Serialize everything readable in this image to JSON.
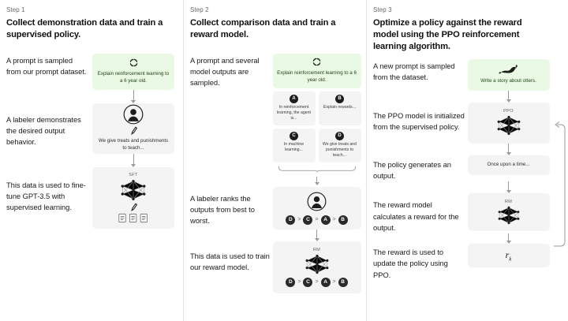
{
  "diagram": {
    "title": "RLHF three-step training diagram",
    "colors": {
      "prompt_green": "#e9f9e3",
      "panel_gray": "#f4f4f4",
      "text": "#111111",
      "arrow": "#9a9a9a"
    }
  },
  "steps": [
    {
      "label": "Step 1",
      "title": "Collect demonstration data and train a supervised policy.",
      "rows": [
        {
          "caption": "A prompt is sampled from our prompt dataset.",
          "panel": {
            "kind": "prompt",
            "icon": "refresh-loop-icon",
            "text": "Explain reinforcement learning to a 6 year old."
          }
        },
        {
          "caption": "A labeler demonstrates the desired output behavior.",
          "panel": {
            "kind": "labeler",
            "icon": "labeler-person-icon",
            "sub_icon": "pencil-icon",
            "text": "We give treats and punishments to teach..."
          }
        },
        {
          "caption": "This data is used to fine-tune GPT-3.5 with supervised learning.",
          "panel": {
            "kind": "model",
            "model_label": "SFT",
            "icon": "neural-network-icon",
            "sub_icon": "pencil-icon",
            "extra_icon": "documents-icon"
          }
        }
      ]
    },
    {
      "label": "Step 2",
      "title": "Collect comparison data and train a reward model.",
      "rows": [
        {
          "caption": "A prompt and several model outputs are sampled.",
          "panel": {
            "kind": "prompt",
            "icon": "refresh-loop-icon",
            "text": "Explain reinforcement learning to a 6 year old."
          },
          "outputs": [
            {
              "id": "A",
              "text": "In reinforcement learning, the agent is..."
            },
            {
              "id": "B",
              "text": "Explain rewards..."
            },
            {
              "id": "C",
              "text": "In machine learning..."
            },
            {
              "id": "D",
              "text": "We give treats and punishments to teach..."
            }
          ]
        },
        {
          "caption": "A labeler ranks the outputs from best to worst.",
          "panel": {
            "kind": "labeler",
            "icon": "labeler-person-icon"
          },
          "ranking": [
            "D",
            "C",
            "A",
            "B"
          ],
          "ranking_separator": ">"
        },
        {
          "caption": "This data is used to train our reward model.",
          "panel": {
            "kind": "model",
            "model_label": "RM",
            "icon": "neural-network-icon"
          },
          "ranking": [
            "D",
            "C",
            "A",
            "B"
          ],
          "ranking_separator": ">"
        }
      ]
    },
    {
      "label": "Step 3",
      "title": "Optimize a policy against the reward model using the PPO reinforcement learning algorithm.",
      "rows": [
        {
          "caption": "A new prompt is sampled from the dataset.",
          "panel": {
            "kind": "prompt",
            "icon": "otter-icon",
            "text": "Write a story about otters."
          }
        },
        {
          "caption": "The PPO model is initialized from the supervised policy.",
          "panel": {
            "kind": "model",
            "model_label": "PPO",
            "icon": "neural-network-icon"
          }
        },
        {
          "caption": "The policy generates an output.",
          "panel": {
            "kind": "text",
            "text": "Once upon a time..."
          }
        },
        {
          "caption": "The reward model calculates a reward for the output.",
          "panel": {
            "kind": "model",
            "model_label": "RM",
            "icon": "neural-network-icon"
          }
        },
        {
          "caption": "The reward is used to update the policy using PPO.",
          "panel": {
            "kind": "formula",
            "formula": "r",
            "subscript": "k"
          }
        }
      ]
    }
  ]
}
